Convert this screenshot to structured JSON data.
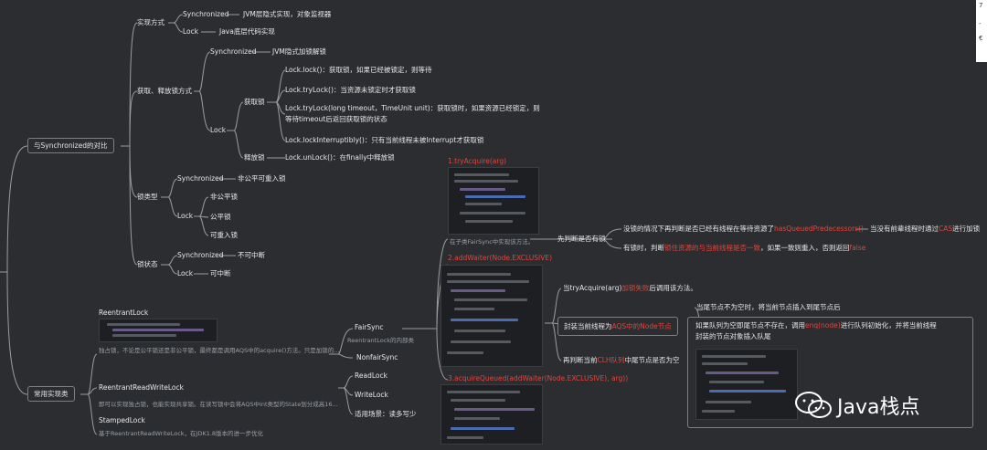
{
  "left": {
    "compare": "与Synchronized的对比",
    "common": "常用实现类"
  },
  "impl": {
    "label": "实现方式",
    "sync": "Synchronized",
    "sync_desc": "JVM层隐式实现，对象监视器",
    "lock": "Lock",
    "lock_desc": "Java底层代码实现"
  },
  "acq": {
    "label": "获取、释放锁方式",
    "sync": "Synchronized",
    "sync_desc": "JVM隐式加锁解锁",
    "lock": "Lock",
    "get": "获取锁",
    "release": "释放锁",
    "m1": "Lock.lock()：获取锁，如果已经被锁定，则等待",
    "m2": "Lock.tryLock()：当资源未锁定时才获取锁",
    "m3a": "Lock.tryLock(long timeout，TimeUnit unit)：获取锁时，如果资源已经锁定，则",
    "m3b": "等待timeout后返回获取锁的状态",
    "m4": "Lock.lockInterruptibly()：只有当前线程未被Interrupt才获取锁",
    "m5": "Lock.unLock()：在finally中释放锁"
  },
  "type": {
    "label": "锁类型",
    "sync": "Synchronized",
    "sync_desc": "非公平可重入锁",
    "lock": "Lock",
    "unfair": "非公平锁",
    "fair": "公平锁",
    "reentrant": "可重入锁"
  },
  "state": {
    "label": "锁状态",
    "sync": "Synchronized",
    "sync_desc": "不可中断",
    "lock": "Lock",
    "lock_desc": "可中断"
  },
  "classes": {
    "rl": "ReentrantLock",
    "rl_cap": "独占锁，不论是公平锁还是非公平锁，最终都是调用AQS中的acquire()方法。只是加锁的...",
    "fair": "FairSync",
    "fair_cap": "ReentrantLock的内部类",
    "nonfair": "NonfairSync",
    "rrwl": "ReentrantReadWriteLock",
    "rrwl_cap": "即可以实现独占锁，也能实现共享锁。在读写锁中会将AQS中int类型的State划分成高16...",
    "read": "ReadLock",
    "write": "WriteLock",
    "scene": "适用场景：读多写少",
    "stamped": "StampedLock",
    "stamped_cap": "基于ReentrantReadWriteLock，在JDK1.8版本的进一步优化"
  },
  "aqs": {
    "t1": "1.tryAcquire(arg)",
    "t1_cap": "在子类FairSync中实现该方法。",
    "first": "先判断是否有锁",
    "nolock_a": "没锁的情况下再判断是否已经有线程在等待资源了",
    "nolock_b": "hasQueuedPredecessors()",
    "nolock_c": "当没有前辈线程时通过",
    "nolock_d": "CAS",
    "nolock_e": "进行加锁",
    "haslock_a": "有锁时，判断",
    "haslock_b": "锁住资源的与当前线程是否一致",
    "haslock_c": "，如果一致则重入，否则返回",
    "haslock_d": "false",
    "t2": "2.addWaiter(Node.EXCLUSIVE)",
    "w1a": "当tryAcquire(arg)",
    "w1b": "加锁失败",
    "w1c": "后调用该方法。",
    "w2a": "封装当前线程为",
    "w2b": "AQS中的Node节点",
    "w3a": "再判断当前",
    "w3b": "CLH队列",
    "w3c": "中尾节点是否为空",
    "tail1": "当尾节点不为空时，将当前节点插入到尾节点后",
    "tail2a": "如果队列为空即尾节点不存在，调用",
    "tail2b": "enq(node)",
    "tail2c": "进行队列初始化，并将当前线程",
    "tail2d": "封装的节点对象插入队尾",
    "t3": "3.acquireQueued(addWaiter(Node.EXCLUSIVE), arg))"
  },
  "watermark": "Java栈点",
  "side": {
    "a": "7",
    "b": "-",
    "c": "€"
  }
}
